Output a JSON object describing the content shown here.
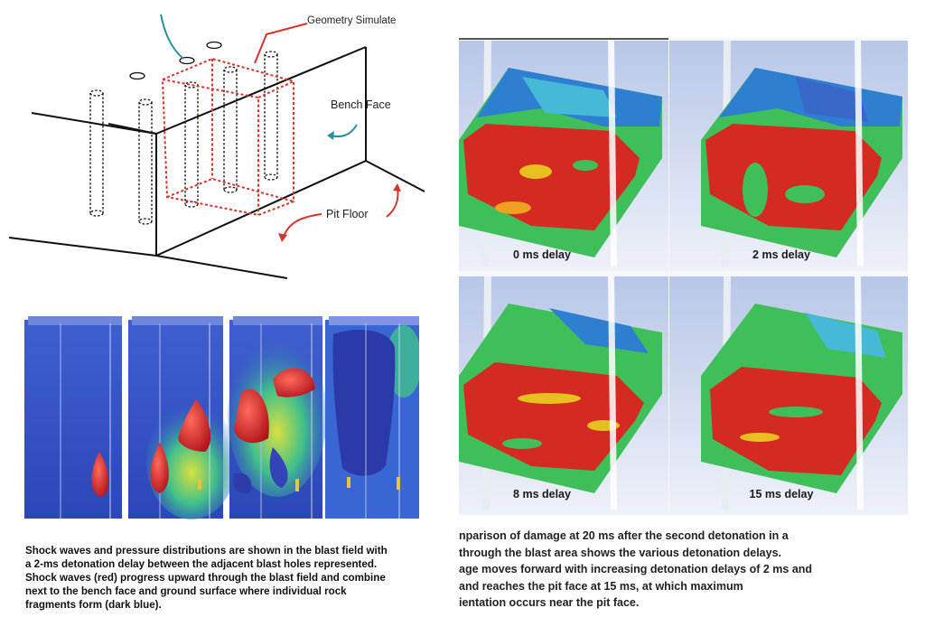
{
  "diagram": {
    "title_fragment": "Geometry Simulate",
    "labels": {
      "bench_face": "Bench Face",
      "pit_floor": "Pit Floor"
    }
  },
  "delay_panels": [
    {
      "label": "0 ms delay"
    },
    {
      "label": "2 ms delay"
    },
    {
      "label": "8 ms delay"
    },
    {
      "label": "15 ms delay"
    }
  ],
  "captions": {
    "left": [
      "Shock waves and pressure distributions are shown in the blast field with",
      "a 2-ms detonation delay between the adjacent blast holes represented.",
      "Shock waves (red) progress upward through the blast field and combine",
      "next to the bench face and ground surface where individual rock",
      "fragments form (dark blue)."
    ],
    "right": [
      "nparison of damage at 20 ms after the second detonation in a",
      "through the blast area shows the various detonation delays.",
      "age moves forward with increasing detonation delays of 2 ms and",
      "and reaches the pit face at 15 ms, at which maximum",
      "ientation occurs near the pit face."
    ]
  },
  "colors": {
    "damage_red": "#d42a22",
    "field_green": "#3fbf5a",
    "field_blue": "#2f63c8",
    "marker_red": "#d4342a",
    "marker_teal": "#2a8fa0"
  }
}
